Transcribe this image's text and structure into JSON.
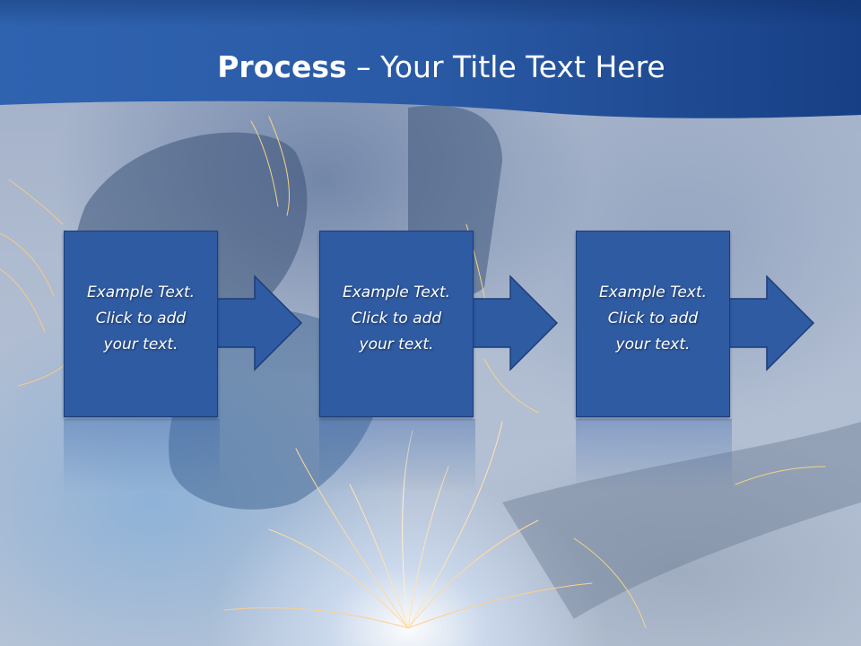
{
  "slide": {
    "title_bold": "Process",
    "title_rest": " – Your Title Text Here"
  },
  "process_steps": [
    {
      "text": "Example Text.\nClick  to add\nyour text."
    },
    {
      "text": "Example Text.\nClick  to add\nyour text."
    },
    {
      "text": "Example Text.\nClick  to add\nyour text."
    }
  ],
  "colors": {
    "header_band": "#2b5aa6",
    "step_box": "#2f5ba3",
    "step_border": "#1c3d78",
    "title_text": "#ffffff"
  },
  "background": {
    "image_subject": "welding-sparks-photo"
  }
}
